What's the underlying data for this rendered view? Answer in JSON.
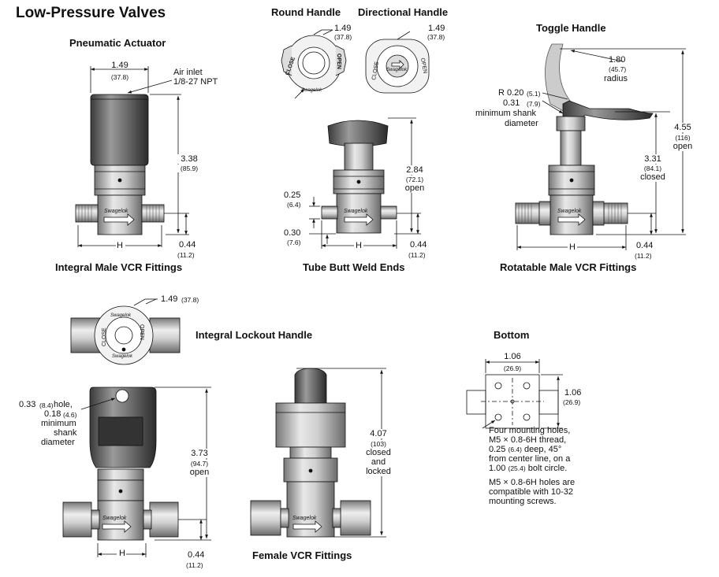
{
  "title": "Low-Pressure Valves",
  "sections": {
    "pneumatic": "Pneumatic Actuator",
    "round": "Round Handle",
    "directional": "Directional Handle",
    "toggle": "Toggle Handle",
    "integral_male": "Integral Male VCR Fittings",
    "tube_butt": "Tube Butt Weld Ends",
    "rotatable": "Rotatable Male VCR Fittings",
    "lockout": "Integral Lockout Handle",
    "bottom": "Bottom",
    "female": "Female VCR Fittings"
  },
  "dims": {
    "pa_width": "1.49",
    "pa_width_mm": "(37.8)",
    "air_inlet_1": "Air inlet",
    "air_inlet_2": "1/8-27 NPT",
    "pa_height": "3.38",
    "pa_height_mm": "(85.9)",
    "pa_bottom": "0.44",
    "pa_bottom_mm": "(11.2)",
    "round_w": "1.49",
    "round_w_mm": "(37.8)",
    "dir_w": "1.49",
    "dir_w_mm": "(37.8)",
    "tb_height": "2.84",
    "tb_height_mm": "(72.1)",
    "tb_open": "open",
    "tb_025": "0.25",
    "tb_025_mm": "(6.4)",
    "tb_030": "0.30",
    "tb_030_mm": "(7.6)",
    "tb_bottom": "0.44",
    "tb_bottom_mm": "(11.2)",
    "tog_r": "1.80",
    "tog_r_mm": "(45.7)",
    "tog_radius": "radius",
    "tog_r020": "R 0.20",
    "tog_r020_mm": "(5.1)",
    "tog_031": "0.31",
    "tog_031_mm": "(7.9)",
    "tog_shank1": "minimum shank",
    "tog_shank2": "diameter",
    "tog_open_h": "4.55",
    "tog_open_h_mm": "(116)",
    "tog_open": "open",
    "tog_closed_h": "3.31",
    "tog_closed_h_mm": "(84.1)",
    "tog_closed": "closed",
    "tog_bottom": "0.44",
    "tog_bottom_mm": "(11.2)",
    "lo_w": "1.49",
    "lo_w_mm": "(37.8)",
    "lo_hole": "0.33",
    "lo_hole_mm": "(8.4)",
    "lo_hole_txt": "hole,",
    "lo_018": "0.18",
    "lo_018_mm": "(4.6)",
    "lo_min": "minimum",
    "lo_shank": "shank",
    "lo_diam": "diameter",
    "lo_h": "3.73",
    "lo_h_mm": "(94.7)",
    "lo_open": "open",
    "lo_bottom": "0.44",
    "lo_bottom_mm": "(11.2)",
    "fv_h": "4.07",
    "fv_h_mm": "(103)",
    "fv_closed": "closed",
    "fv_and": "and",
    "fv_locked": "locked",
    "bt_w": "1.06",
    "bt_w_mm": "(26.9)",
    "bt_h": "1.06",
    "bt_h_mm": "(26.9)",
    "h": "H"
  },
  "notes": {
    "n1": "Four mounting holes,",
    "n2": "M5 × 0.8-6H thread,",
    "n3a": "0.25",
    "n3b": "(6.4)",
    "n3c": "deep, 45°",
    "n4": "from center line, on a",
    "n5a": "1.00",
    "n5b": "(25.4)",
    "n5c": "bolt circle.",
    "n6": "M5 × 0.8-6H holes are",
    "n7": "compatible with 10-32",
    "n8": "mounting screws."
  },
  "valve_labels": {
    "close": "CLOSE",
    "open": "OPEN",
    "brand": "Swagelok"
  }
}
